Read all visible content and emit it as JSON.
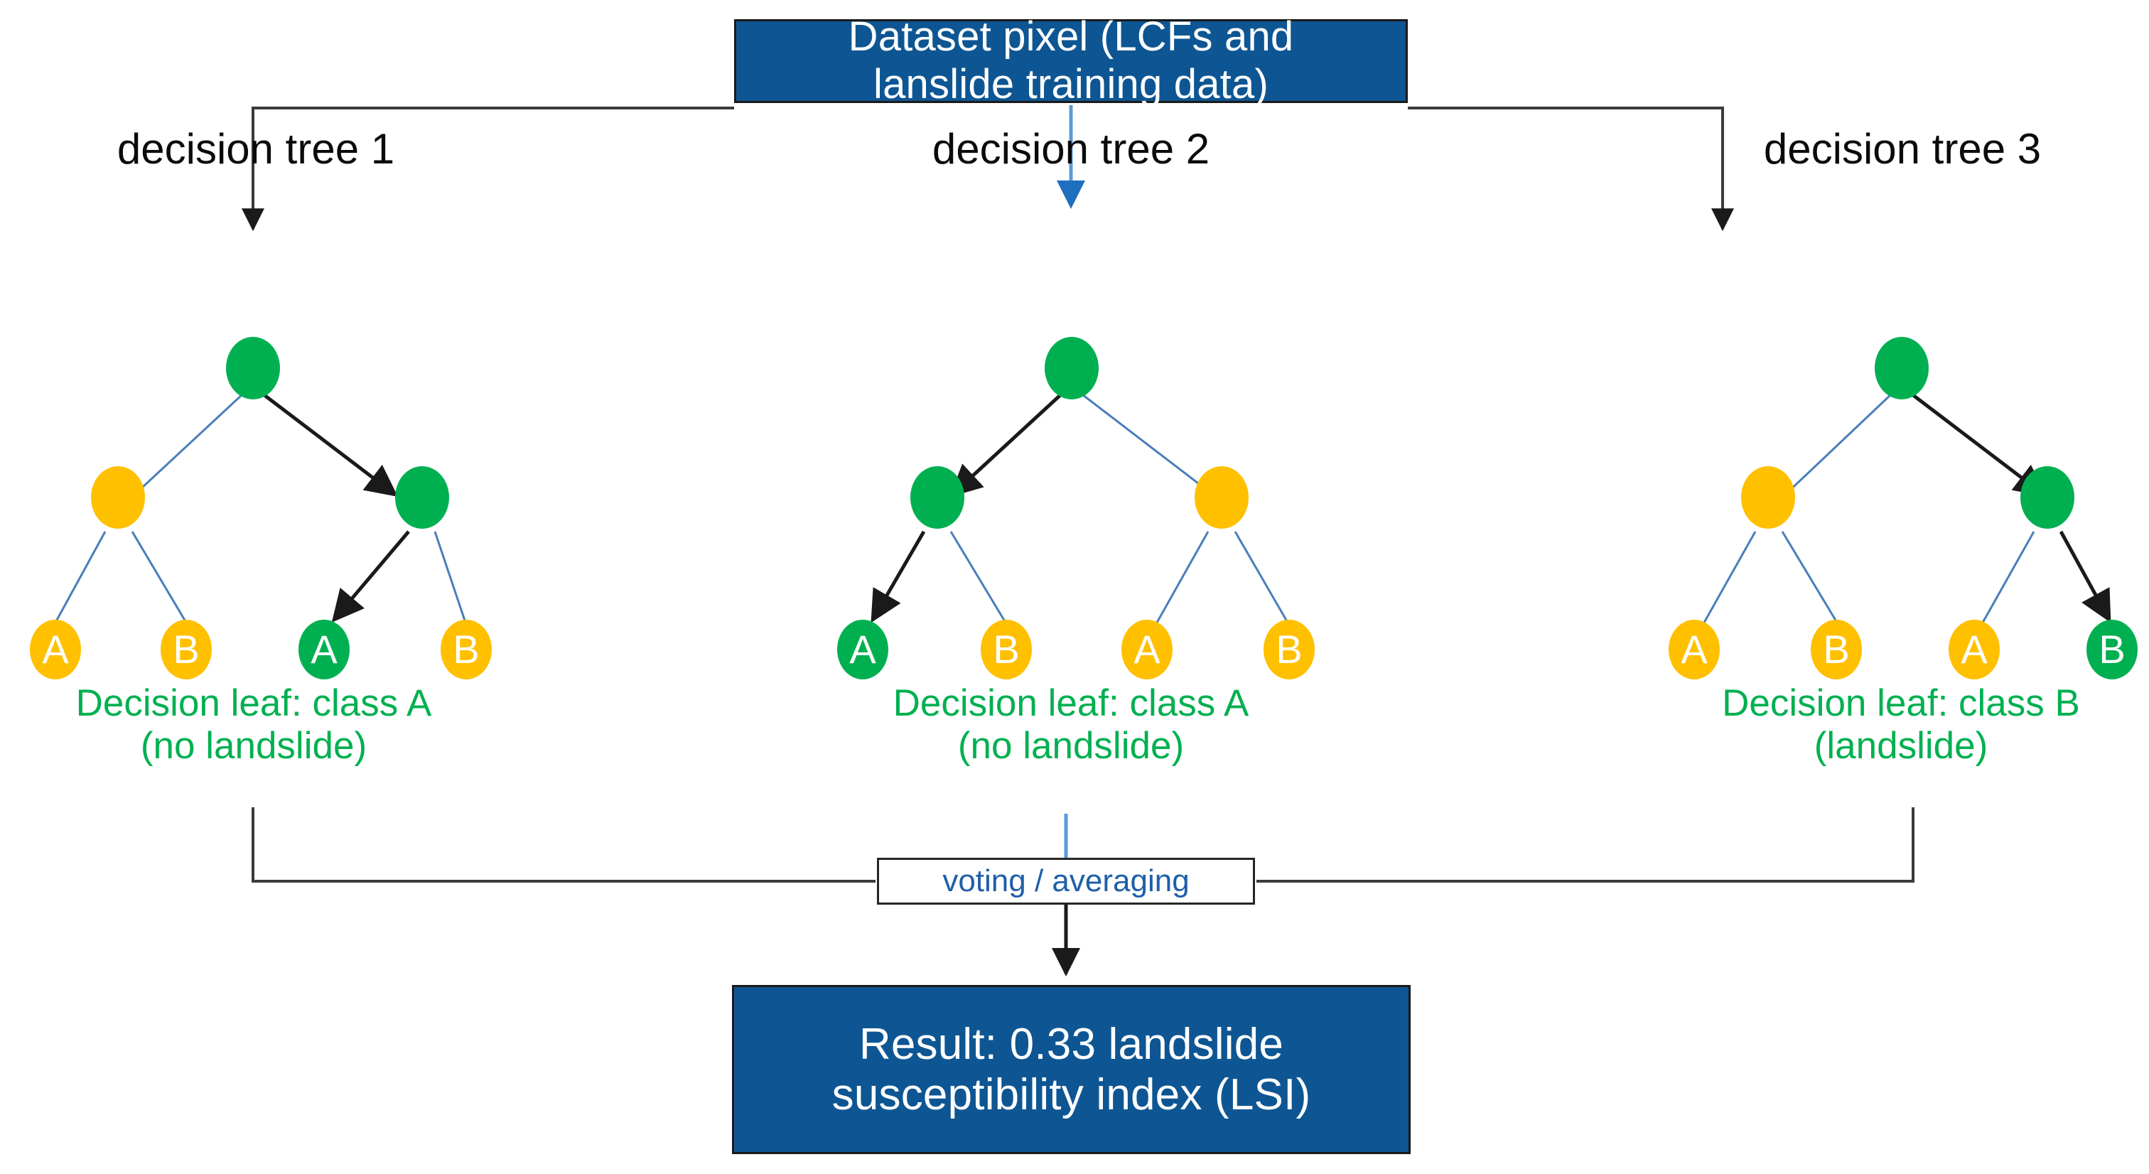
{
  "diagram": {
    "title_box": {
      "line1": "Dataset pixel (LCFs and",
      "line2": "lanslide training data)"
    },
    "result_box": {
      "line1": "Result: 0.33 landslide",
      "line2": "susceptibility index (LSI)"
    },
    "voting_label": "voting / averaging",
    "colors": {
      "box_blue": "#0E5693",
      "node_green": "#00B050",
      "node_yellow": "#FFC000",
      "caption_green": "#00B050",
      "link_blue": "#4A7EBB",
      "arrow_black": "#1a1a1a",
      "voting_text_blue": "#1F5FA9"
    },
    "trees": [
      {
        "title": "decision tree 1",
        "caption_line1": "Decision leaf: class A",
        "caption_line2": "(no landslide)",
        "root_color": "green",
        "inner": [
          {
            "color": "yellow",
            "side": "left"
          },
          {
            "color": "green",
            "side": "right"
          }
        ],
        "leaves": [
          {
            "label": "A",
            "color": "yellow"
          },
          {
            "label": "B",
            "color": "yellow"
          },
          {
            "label": "A",
            "color": "green"
          },
          {
            "label": "B",
            "color": "yellow"
          }
        ],
        "path": [
          "root",
          "inner-right",
          "leaf-3"
        ]
      },
      {
        "title": "decision tree 2",
        "caption_line1": "Decision leaf: class A",
        "caption_line2": "(no landslide)",
        "root_color": "green",
        "inner": [
          {
            "color": "green",
            "side": "left"
          },
          {
            "color": "yellow",
            "side": "right"
          }
        ],
        "leaves": [
          {
            "label": "A",
            "color": "green"
          },
          {
            "label": "B",
            "color": "yellow"
          },
          {
            "label": "A",
            "color": "yellow"
          },
          {
            "label": "B",
            "color": "yellow"
          }
        ],
        "path": [
          "root",
          "inner-left",
          "leaf-1"
        ]
      },
      {
        "title": "decision tree 3",
        "caption_line1": "Decision leaf: class B",
        "caption_line2": "(landslide)",
        "root_color": "green",
        "inner": [
          {
            "color": "yellow",
            "side": "left"
          },
          {
            "color": "green",
            "side": "right"
          }
        ],
        "leaves": [
          {
            "label": "A",
            "color": "yellow"
          },
          {
            "label": "B",
            "color": "yellow"
          },
          {
            "label": "A",
            "color": "yellow"
          },
          {
            "label": "B",
            "color": "green"
          }
        ],
        "path": [
          "root",
          "inner-right",
          "leaf-4"
        ]
      }
    ]
  }
}
